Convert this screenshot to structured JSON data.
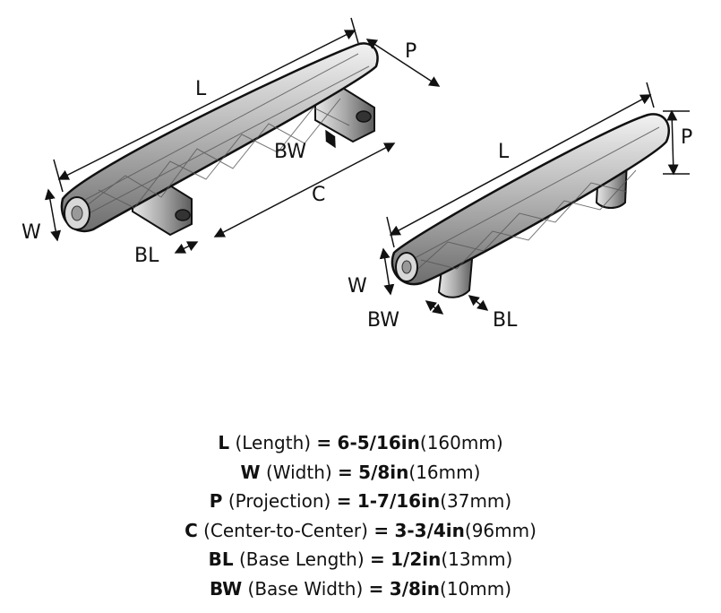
{
  "labels": {
    "left_L": "L",
    "left_P": "P",
    "left_BW": "BW",
    "left_C": "C",
    "left_W": "W",
    "left_BL": "BL",
    "right_L": "L",
    "right_P": "P",
    "right_W": "W",
    "right_BW": "BW",
    "right_BL": "BL"
  },
  "specs": [
    {
      "code": "L",
      "name": "(Length)",
      "eq": "=",
      "imperial": "6-5/16in",
      "metric": "(160mm)"
    },
    {
      "code": "W",
      "name": "(Width)",
      "eq": "=",
      "imperial": "5/8in",
      "metric": "(16mm)"
    },
    {
      "code": "P",
      "name": "(Projection)",
      "eq": "=",
      "imperial": "1-7/16in",
      "metric": "(37mm)"
    },
    {
      "code": "C",
      "name": "(Center-to-Center)",
      "eq": "=",
      "imperial": "3-3/4in",
      "metric": "(96mm)"
    },
    {
      "code": "BL",
      "name": "(Base Length)",
      "eq": "=",
      "imperial": "1/2in",
      "metric": "(13mm)"
    },
    {
      "code": "BW",
      "name": "(Base Width)",
      "eq": "=",
      "imperial": "3/8in",
      "metric": "(10mm)"
    }
  ]
}
